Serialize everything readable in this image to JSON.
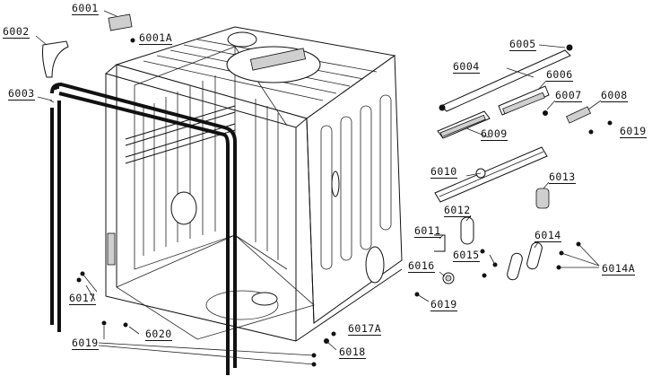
{
  "diagram": {
    "parts": [
      {
        "id": "6001",
        "label": "6001"
      },
      {
        "id": "6001A",
        "label": "6001A"
      },
      {
        "id": "6002",
        "label": "6002"
      },
      {
        "id": "6003",
        "label": "6003"
      },
      {
        "id": "6004",
        "label": "6004"
      },
      {
        "id": "6005",
        "label": "6005"
      },
      {
        "id": "6006",
        "label": "6006"
      },
      {
        "id": "6007",
        "label": "6007"
      },
      {
        "id": "6008",
        "label": "6008"
      },
      {
        "id": "6009",
        "label": "6009"
      },
      {
        "id": "6010",
        "label": "6010"
      },
      {
        "id": "6011",
        "label": "6011"
      },
      {
        "id": "6012",
        "label": "6012"
      },
      {
        "id": "6013",
        "label": "6013"
      },
      {
        "id": "6014",
        "label": "6014"
      },
      {
        "id": "6014A",
        "label": "6014A"
      },
      {
        "id": "6015",
        "label": "6015"
      },
      {
        "id": "6016",
        "label": "6016"
      },
      {
        "id": "6017",
        "label": "6017"
      },
      {
        "id": "6017A",
        "label": "6017A"
      },
      {
        "id": "6018",
        "label": "6018"
      },
      {
        "id": "6019a",
        "label": "6019"
      },
      {
        "id": "6019b",
        "label": "6019"
      },
      {
        "id": "6019c",
        "label": "6019"
      },
      {
        "id": "6020",
        "label": "6020"
      }
    ]
  }
}
